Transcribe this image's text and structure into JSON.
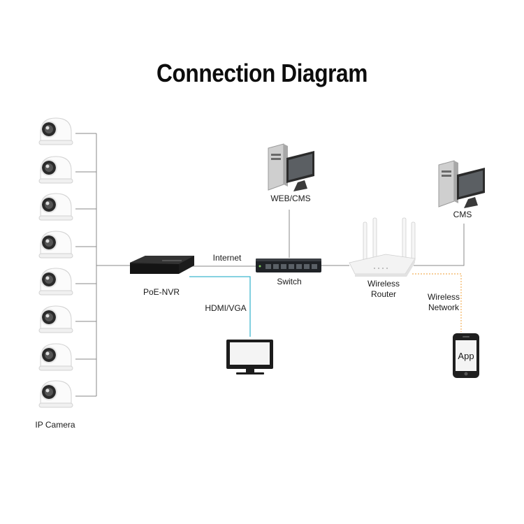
{
  "title": "Connection Diagram",
  "labels": {
    "ip_camera": "IP Camera",
    "nvr": "PoE-NVR",
    "internet": "Internet",
    "hdmi_vga": "HDMI/VGA",
    "switch": "Switch",
    "web_cms": "WEB/CMS",
    "wireless_router_line1": "Wireless",
    "wireless_router_line2": "Router",
    "cms": "CMS",
    "wireless_network_line1": "Wireless",
    "wireless_network_line2": "Network",
    "app": "App"
  },
  "colors": {
    "line": "#8a8a8a",
    "hdmi_line": "#3fb6cf",
    "wireless_line": "#f2b05a",
    "device_dark": "#1c1c1c",
    "device_light": "#f4f4f4"
  },
  "camera_count": 8
}
